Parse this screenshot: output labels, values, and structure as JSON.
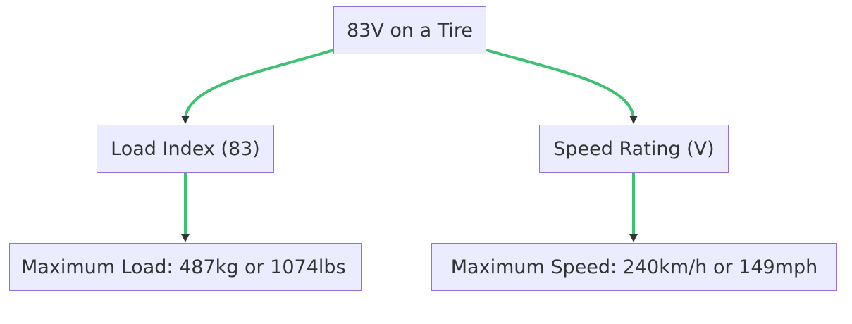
{
  "colors": {
    "node_fill": "#ECECFF",
    "node_border": "#9370DB",
    "text": "#333333",
    "edge": "#3CC272",
    "arrowhead": "#333333"
  },
  "nodes": {
    "root": "83V on a Tire",
    "load_index": "Load Index (83)",
    "speed_rating": "Speed Rating (V)",
    "max_load": "Maximum Load: 487kg or 1074lbs",
    "max_speed": "Maximum Speed: 240km/h or 149mph"
  },
  "edges": [
    {
      "from": "root",
      "to": "load_index"
    },
    {
      "from": "root",
      "to": "speed_rating"
    },
    {
      "from": "load_index",
      "to": "max_load"
    },
    {
      "from": "speed_rating",
      "to": "max_speed"
    }
  ]
}
